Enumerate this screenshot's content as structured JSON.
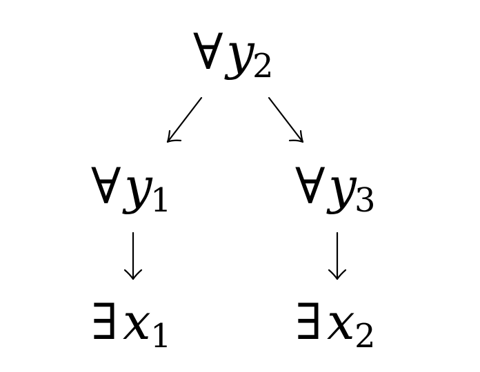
{
  "nodes": {
    "root": {
      "quantifier": "∀",
      "variable": "y",
      "subscript": "2"
    },
    "left": {
      "quantifier": "∀",
      "variable": "y",
      "subscript": "1"
    },
    "right": {
      "quantifier": "∀",
      "variable": "y",
      "subscript": "3"
    },
    "left_child": {
      "quantifier": "∃",
      "variable": "x",
      "subscript": "1"
    },
    "right_child": {
      "quantifier": "∃",
      "variable": "x",
      "subscript": "2"
    }
  },
  "edges": [
    {
      "from": "root",
      "to": "left"
    },
    {
      "from": "root",
      "to": "right"
    },
    {
      "from": "left",
      "to": "left_child"
    },
    {
      "from": "right",
      "to": "right_child"
    }
  ]
}
